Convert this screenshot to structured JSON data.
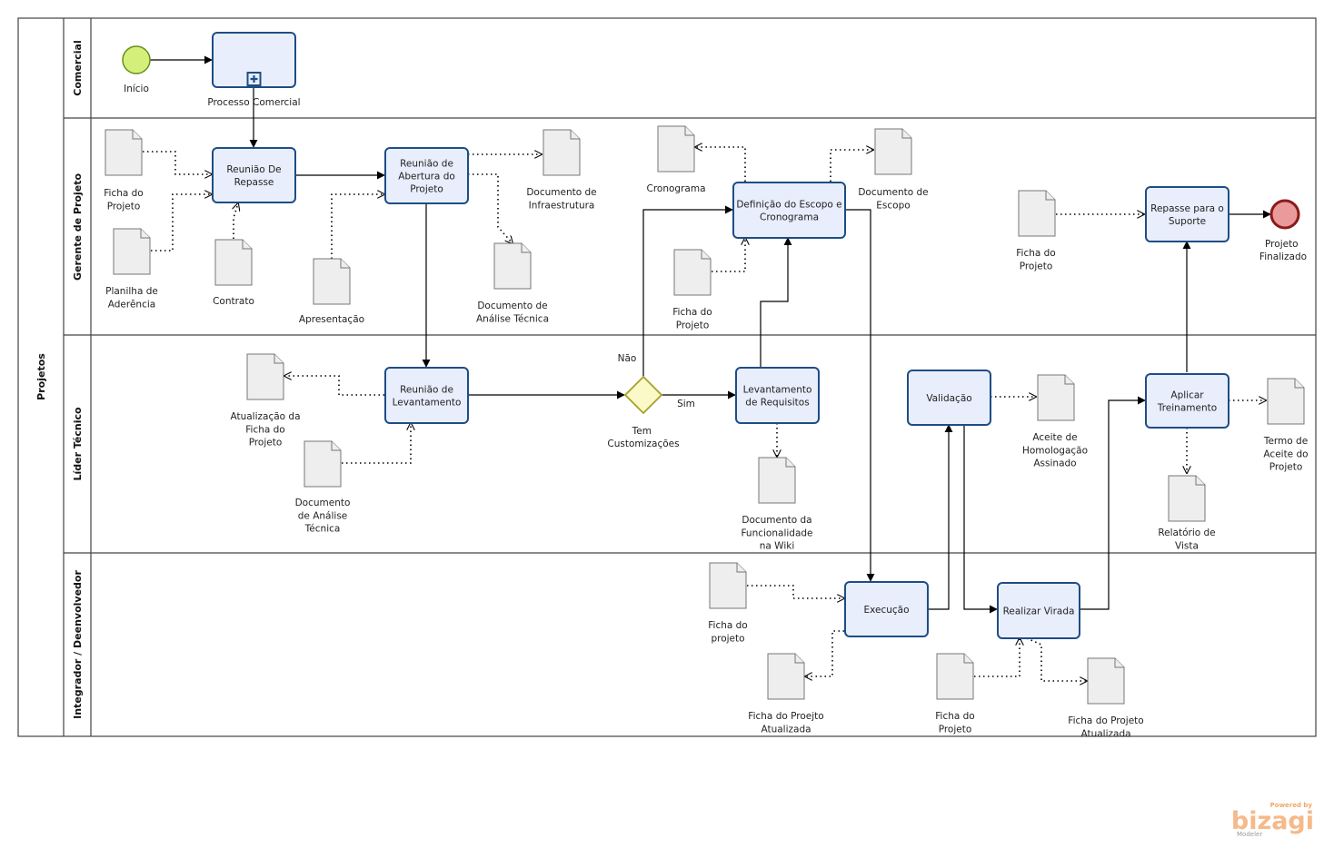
{
  "pool": {
    "label": "Projetos"
  },
  "lanes": [
    {
      "id": "comercial",
      "label": "Comercial"
    },
    {
      "id": "gerente",
      "label": "Gerente de Projeto"
    },
    {
      "id": "lider",
      "label": "Líder Técnico"
    },
    {
      "id": "integrador",
      "label": "Integrador / Deenvolvedor"
    }
  ],
  "events": {
    "start": {
      "label": "Início"
    },
    "end": {
      "label": [
        "Projeto",
        "Finalizado"
      ]
    }
  },
  "tasks": {
    "processo_comercial": [
      "Processo Comercial"
    ],
    "reuniao_repasse": [
      "Reunião De",
      "Repasse"
    ],
    "reuniao_abertura": [
      "Reunião de",
      "Abertura do",
      "Projeto"
    ],
    "definicao_escopo": [
      "Definição do Escopo e",
      "Cronograma"
    ],
    "repasse_suporte": [
      "Repasse para o",
      "Suporte"
    ],
    "reuniao_levantamento": [
      "Reunião de",
      "Levantamento"
    ],
    "levantamento_requisitos": [
      "Levantamento",
      "de Requisitos"
    ],
    "validacao": [
      "Validação"
    ],
    "aplicar_treinamento": [
      "Aplicar",
      "Treinamento"
    ],
    "execucao": [
      "Execução"
    ],
    "realizar_virada": [
      "Realizar Virada"
    ]
  },
  "gateway": {
    "label": [
      "Tem",
      "Customizações"
    ],
    "no": "Não",
    "yes": "Sim"
  },
  "documents": {
    "d_ficha1": [
      "Ficha do",
      "Projeto"
    ],
    "d_planilha": [
      "Planilha de",
      "Aderência"
    ],
    "d_contrato": [
      "Contrato"
    ],
    "d_apresentacao": [
      "Apresentação"
    ],
    "d_infra": [
      "Documento de",
      "Infraestrutura"
    ],
    "d_analise1": [
      "Documento de",
      "Análise Técnica"
    ],
    "d_cronograma": [
      "Cronograma"
    ],
    "d_doc_escopo": [
      "Documento de",
      "Escopo"
    ],
    "d_ficha2": [
      "Ficha do",
      "Projeto"
    ],
    "d_ficha3": [
      "Ficha do",
      "Projeto"
    ],
    "d_atualizacao": [
      "Atualização da",
      "Ficha do",
      "Projeto"
    ],
    "d_analise2": [
      "Documento",
      "de Análise",
      "Técnica"
    ],
    "d_func_wiki": [
      "Documento da",
      "Funcionalidade",
      "na Wiki"
    ],
    "d_aceite_homolog": [
      "Aceite de",
      "Homologação",
      "Assinado"
    ],
    "d_relatorio": [
      "Relatório de",
      "Vista"
    ],
    "d_termo": [
      "Termo de",
      "Aceite do",
      "Projeto"
    ],
    "d_ficha4": [
      "Ficha do",
      "projeto"
    ],
    "d_ficha_atual1": [
      "Ficha do Proejto",
      "Atualizada"
    ],
    "d_ficha5": [
      "Ficha do",
      "Projeto"
    ],
    "d_ficha_atual2": [
      "Ficha do Projeto",
      "Atualizada"
    ]
  },
  "branding": {
    "powered": "Powered by",
    "name": "bizagi",
    "product": "Modeler"
  },
  "colors": {
    "task_fill": "#e8eefb",
    "task_stroke": "#1e4d86",
    "start_fill": "#d5f07a",
    "end_fill": "#ea9a9a",
    "gateway_fill": "#fbf9c7",
    "brand": "#f0a868"
  }
}
